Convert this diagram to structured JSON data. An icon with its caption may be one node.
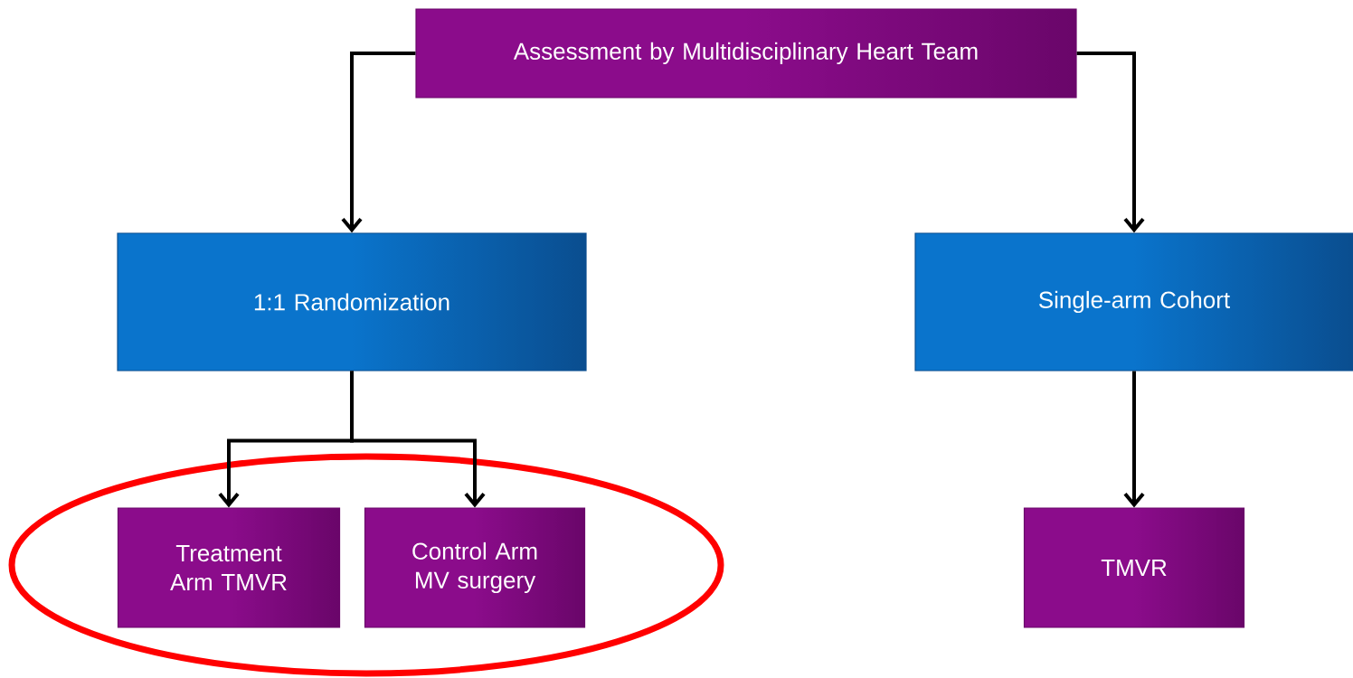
{
  "diagram": {
    "nodes": [
      {
        "text": [
          "Assessment by Multidisciplinary Heart Team"
        ]
      },
      {
        "text": [
          "1:1 Randomization"
        ]
      },
      {
        "text": [
          "Single-arm Cohort"
        ]
      },
      {
        "text": [],
        "shape": "ellipse"
      },
      {
        "text": [
          "Treatment Arm TMVR"
        ],
        "in": 3
      },
      {
        "text": [
          "Control Arm MV surgery"
        ],
        "in": 3
      },
      {
        "text": [
          "TMVR"
        ]
      }
    ],
    "edges": [
      {
        "from": 0,
        "to": 1,
        "arrow": "to"
      },
      {
        "from": 0,
        "to": 2,
        "arrow": "to"
      },
      {
        "from": 1,
        "to": 4,
        "arrow": "to"
      },
      {
        "from": 1,
        "to": 5,
        "arrow": "to"
      },
      {
        "from": 2,
        "to": 6,
        "arrow": "to"
      }
    ]
  }
}
